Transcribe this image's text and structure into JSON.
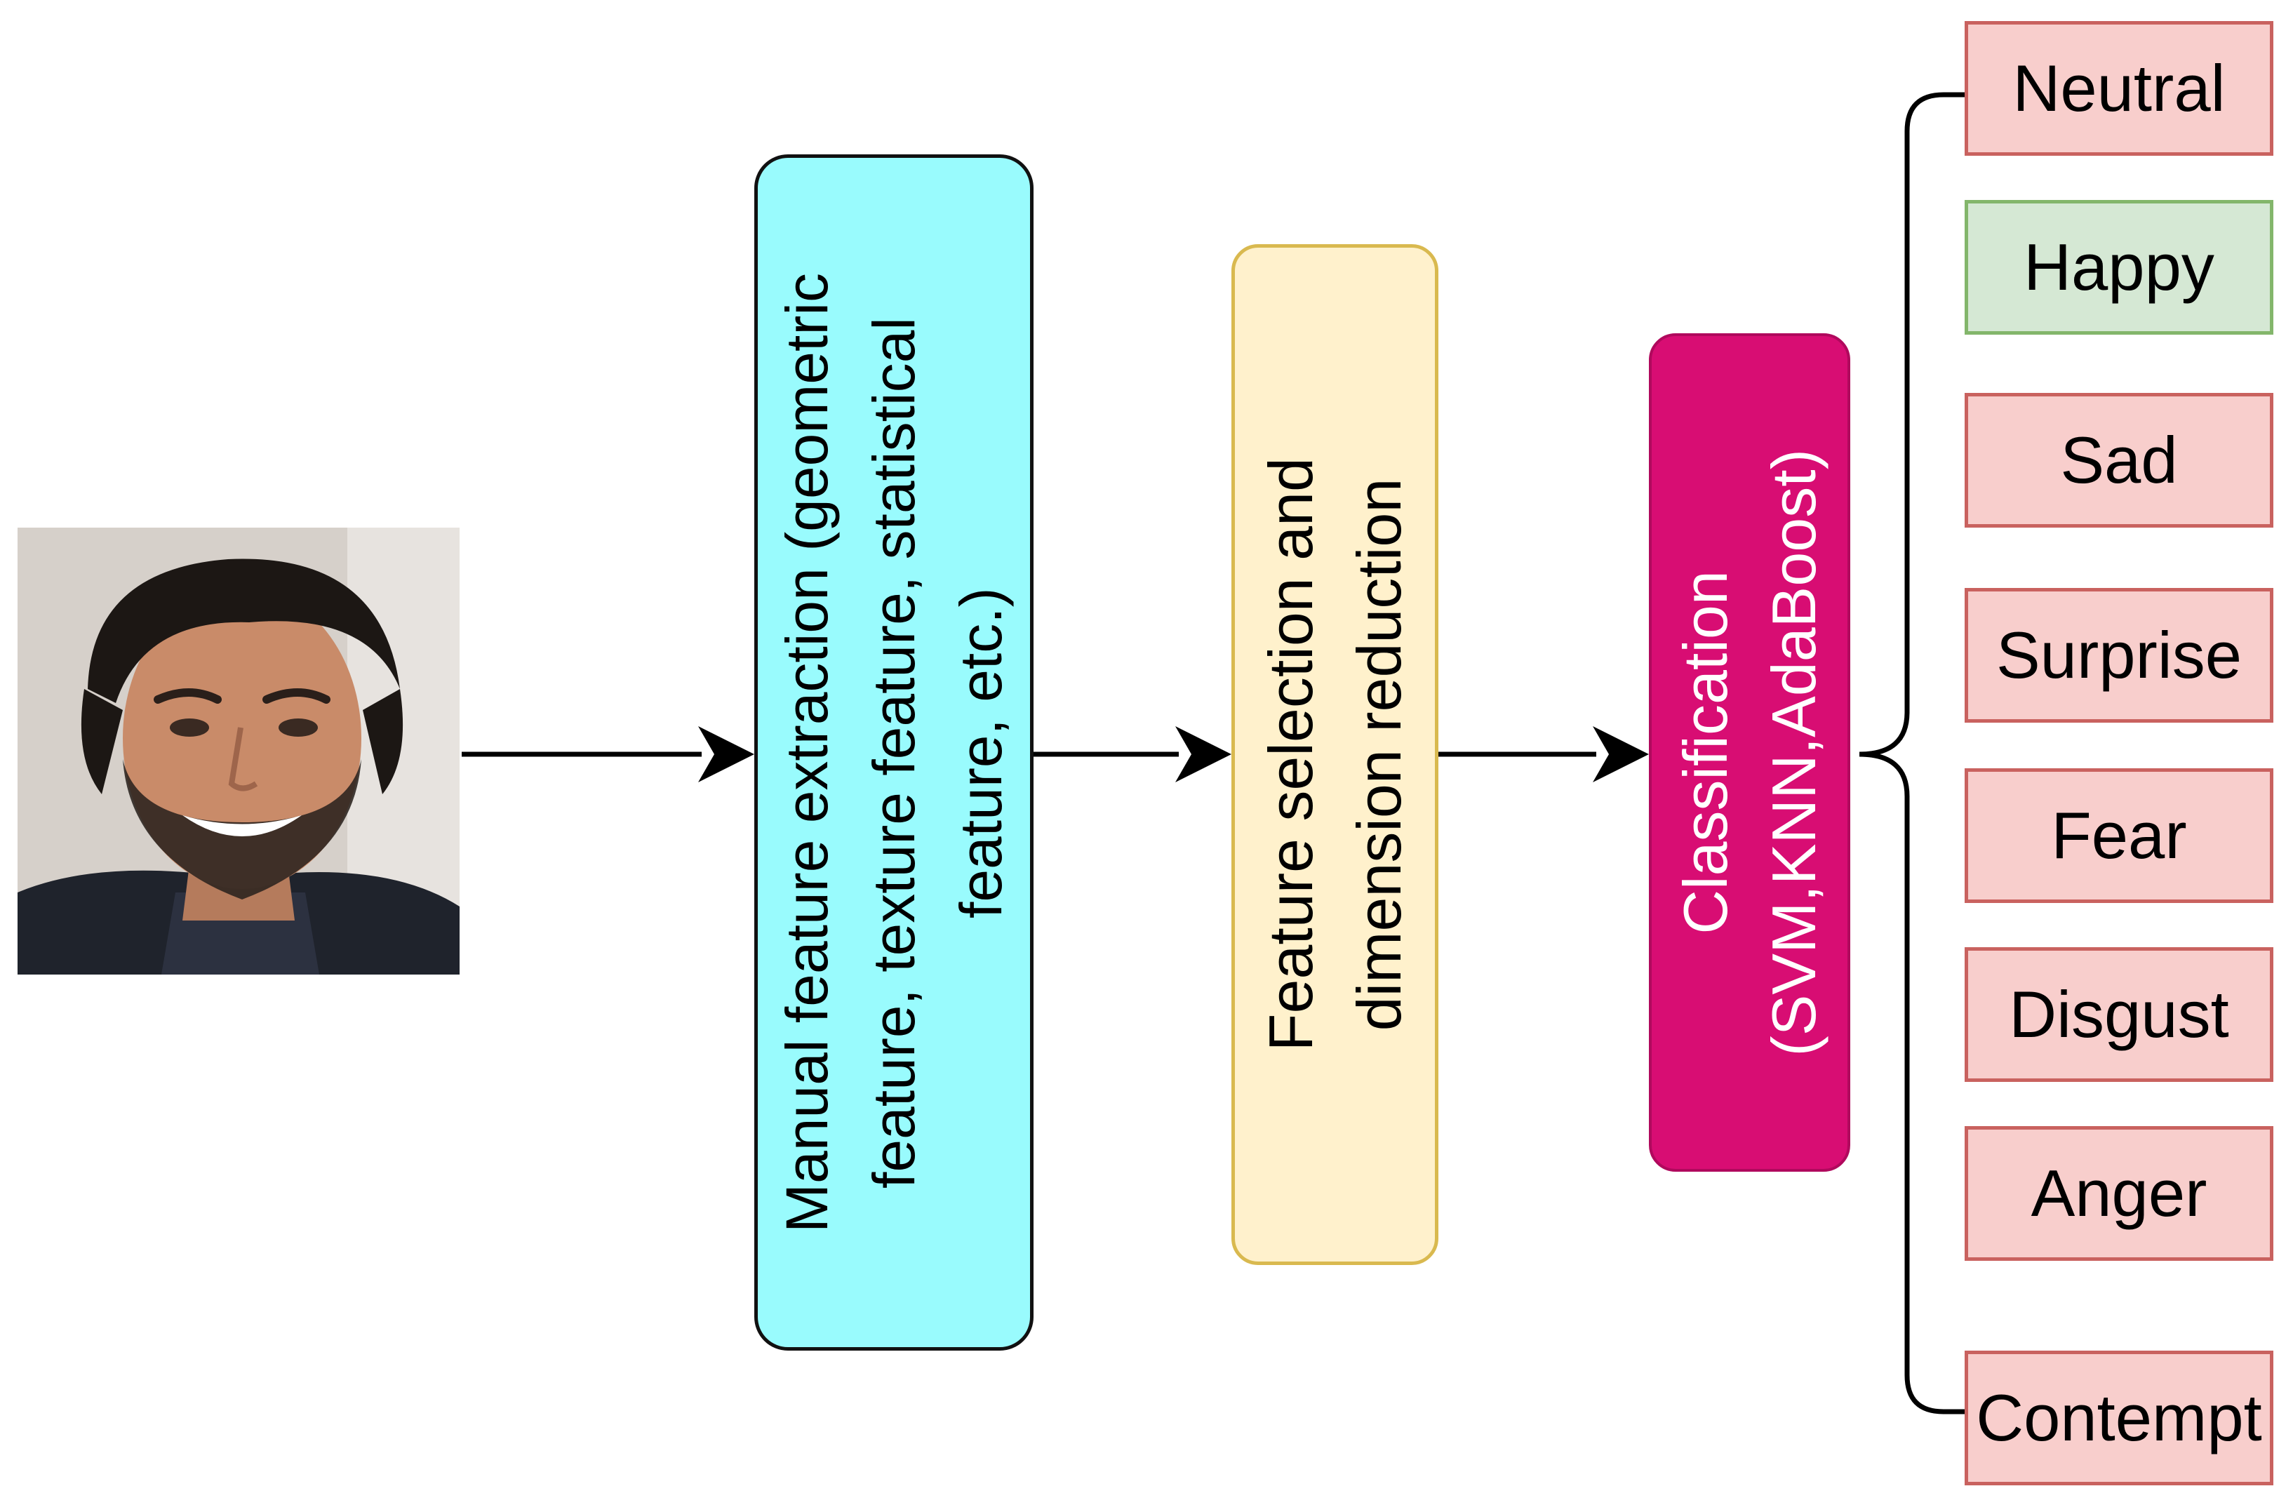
{
  "boxes": {
    "manual": {
      "lines": [
        "Manual feature extraction (geometric",
        "feature, texture feature, statistical",
        "feature, etc.)"
      ],
      "fill": "#99fbfd",
      "stroke": "#111111"
    },
    "selection": {
      "lines": [
        "Feature selection and",
        "dimension reduction"
      ],
      "fill": "#fff1cc",
      "stroke": "#d9b94f"
    },
    "classification": {
      "lines": [
        "Classification",
        "(SVM,KNN,AdaBoost)"
      ],
      "fill": "#d80d73",
      "text_color": "#ffffff"
    }
  },
  "emotions": [
    {
      "label": "Neutral",
      "fill": "#f8cecc"
    },
    {
      "label": "Happy",
      "fill": "#d5e8d4"
    },
    {
      "label": "Sad",
      "fill": "#f8cecc"
    },
    {
      "label": "Surprise",
      "fill": "#f8cecc"
    },
    {
      "label": "Fear",
      "fill": "#f8cecc"
    },
    {
      "label": "Disgust",
      "fill": "#f8cecc"
    },
    {
      "label": "Anger",
      "fill": "#f8cecc"
    },
    {
      "label": "Contempt",
      "fill": "#f8cecc"
    }
  ],
  "icons": {
    "input": "face-photo",
    "connector": "arrow-right",
    "branch": "curly-brace"
  }
}
